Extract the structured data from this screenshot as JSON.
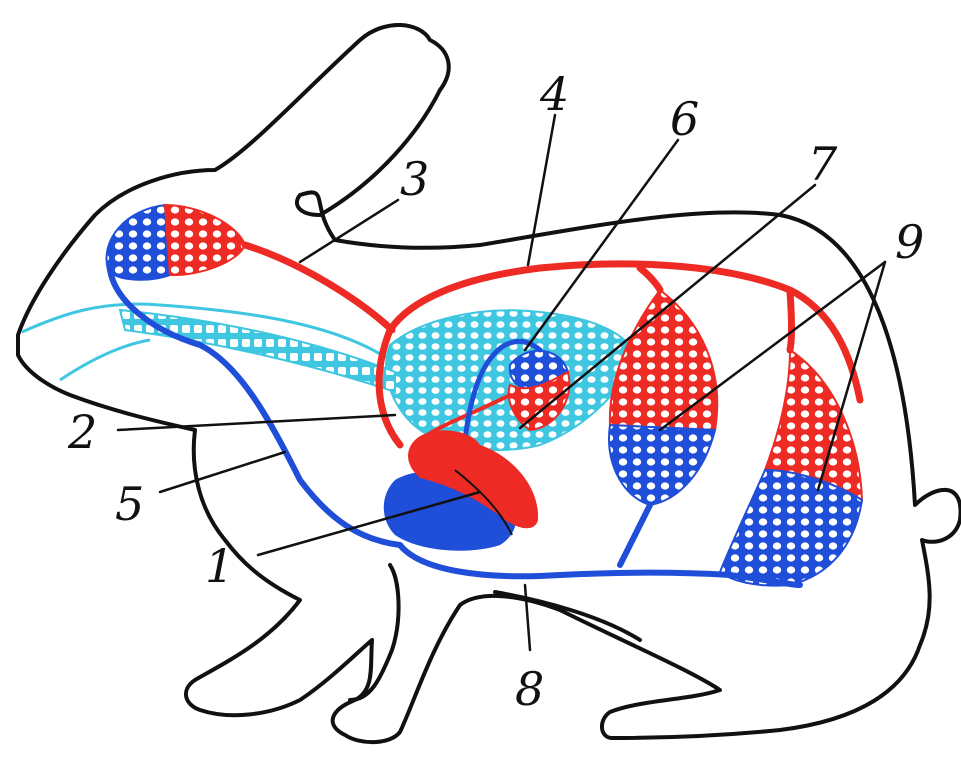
{
  "diagram": {
    "labels": [
      {
        "id": "1",
        "text": "1"
      },
      {
        "id": "2",
        "text": "2"
      },
      {
        "id": "3",
        "text": "3"
      },
      {
        "id": "4",
        "text": "4"
      },
      {
        "id": "5",
        "text": "5"
      },
      {
        "id": "6",
        "text": "6"
      },
      {
        "id": "7",
        "text": "7"
      },
      {
        "id": "8",
        "text": "8"
      },
      {
        "id": "9",
        "text": "9"
      }
    ]
  },
  "colors": {
    "arterial": "#ee2a24",
    "venous": "#1f4fd8",
    "lymph_capillary": "#3fc6e0",
    "outline": "#111111",
    "background": "#ffffff"
  }
}
